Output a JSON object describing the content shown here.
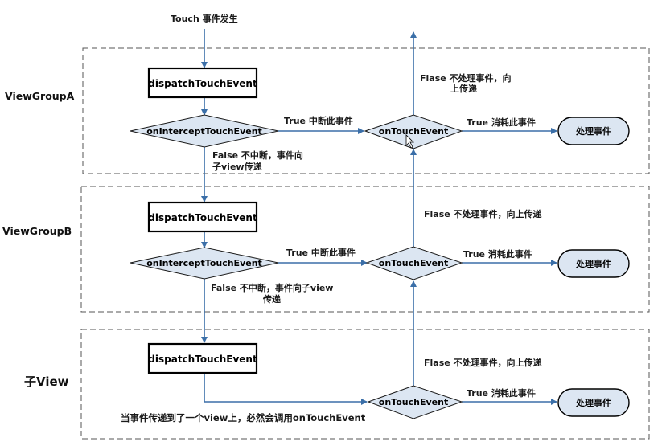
{
  "top_label": "Touch 事件发生",
  "groups": [
    {
      "label": "ViewGroupA",
      "dispatch": "dispatchTouchEvent",
      "intercept": "onInterceptTouchEvent",
      "true_label": "True  中断此事件",
      "false_lines": [
        "False  不中断，事件向",
        "子view传递"
      ],
      "touch": "onTouchEvent",
      "consume_label": "True  消耗此事件",
      "handle": "处理事件",
      "up_lines": [
        "Flase  不处理事件，向",
        "上传递"
      ]
    },
    {
      "label": "ViewGroupB",
      "dispatch": "dispatchTouchEvent",
      "intercept": "onInterceptTouchEvent",
      "true_label": "True  中断此事件",
      "false_lines": [
        "False  不中断，事件向子view",
        "传递"
      ],
      "touch": "onTouchEvent",
      "consume_label": "True  消耗此事件",
      "handle": "处理事件",
      "up_lines": [
        "Flase  不处理事件，向上传递"
      ]
    },
    {
      "label": "子View",
      "dispatch": "dispatchTouchEvent",
      "note": "当事件传递到了一个view上，必然会调用onTouchEvent",
      "touch": "onTouchEvent",
      "consume_label": "True  消耗此事件",
      "handle": "处理事件",
      "up_lines": [
        "Flase  不处理事件，向上传递"
      ]
    }
  ]
}
